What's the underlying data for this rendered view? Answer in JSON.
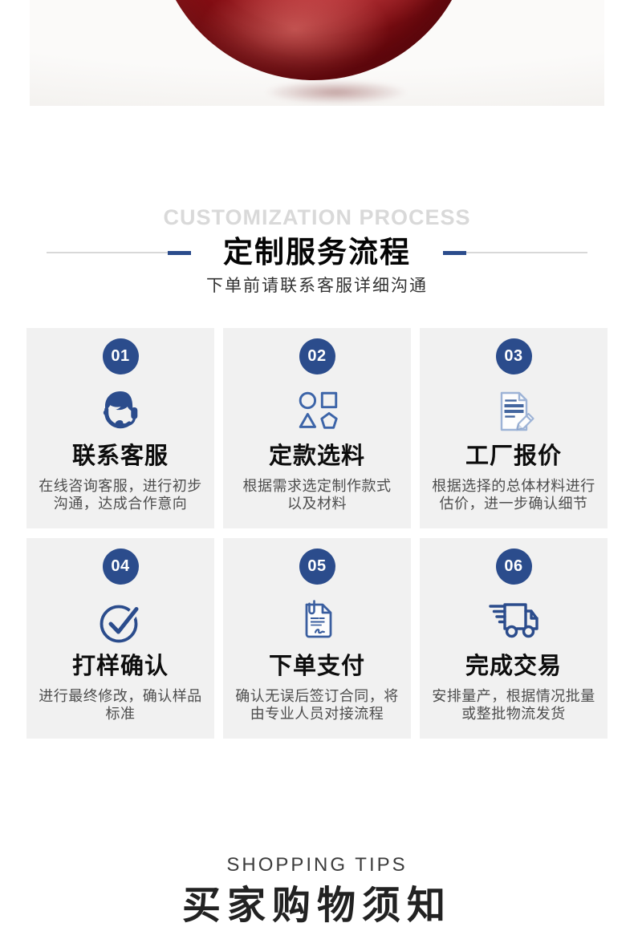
{
  "hero": {
    "description": "red glass ball product photo"
  },
  "process_section": {
    "eyebrow": "CUSTOMIZATION PROCESS",
    "title": "定制服务流程",
    "subtitle": "下单前请联系客服详细沟通",
    "steps": [
      {
        "number": "01",
        "icon": "customer-service-headset-icon",
        "title": "联系客服",
        "desc": "在线咨询客服，进行初步\n沟通，达成合作意向"
      },
      {
        "number": "02",
        "icon": "style-shapes-icon",
        "title": "定款选料",
        "desc": "根据需求选定制作款式\n以及材料"
      },
      {
        "number": "03",
        "icon": "quotation-document-icon",
        "title": "工厂报价",
        "desc": "根据选择的总体材料进行\n估价，进一步确认细节"
      },
      {
        "number": "04",
        "icon": "check-circle-icon",
        "title": "打样确认",
        "desc": "进行最终修改，确认样品\n标准"
      },
      {
        "number": "05",
        "icon": "contract-payment-icon",
        "title": "下单支付",
        "desc": "确认无误后签订合同，将\n由专业人员对接流程"
      },
      {
        "number": "06",
        "icon": "delivery-truck-icon",
        "title": "完成交易",
        "desc": "安排量产，根据情况批量\n或整批物流发货"
      }
    ]
  },
  "tips_section": {
    "eyebrow": "SHOPPING TIPS",
    "title": "买家购物须知"
  },
  "colors": {
    "accent_navy": "#2b4c8c",
    "icon_blue": "#3c64a8",
    "icon_light_blue": "#9db3d6",
    "card_bg": "#f1f1f1",
    "eyebrow_gray": "#d9d9d9",
    "desc_gray": "#4d4d4d"
  }
}
